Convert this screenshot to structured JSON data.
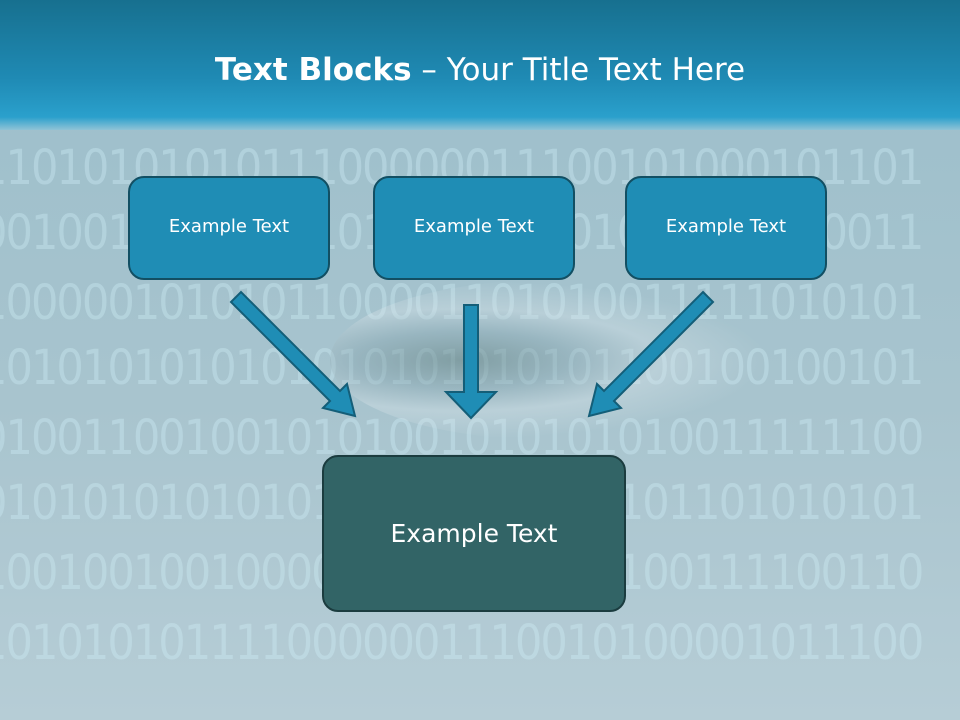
{
  "slide": {
    "title_bold": "Text Blocks",
    "title_rest": " – Your Title Text Here"
  },
  "background_binary": [
    "1101010101011100000011100101000101101",
    "0010010001010101010000101010100000011",
    "1000001010101100001101010011111010101",
    "1010101010101010101010101100100100101",
    "0100110010010101001010101010011111100",
    "0101010101010101011011110101101010101",
    "1001001001000001010101011100111100110",
    "1010101011110000001110010100001011100"
  ],
  "boxes": {
    "top": [
      {
        "label": "Example Text"
      },
      {
        "label": "Example Text"
      },
      {
        "label": "Example Text"
      }
    ],
    "bottom": {
      "label": "Example Text"
    }
  },
  "colors": {
    "header": "#1f8ab4",
    "box_fill": "#1f8db5",
    "bottom_box_fill": "#326466",
    "arrow": "#1f8db5"
  }
}
